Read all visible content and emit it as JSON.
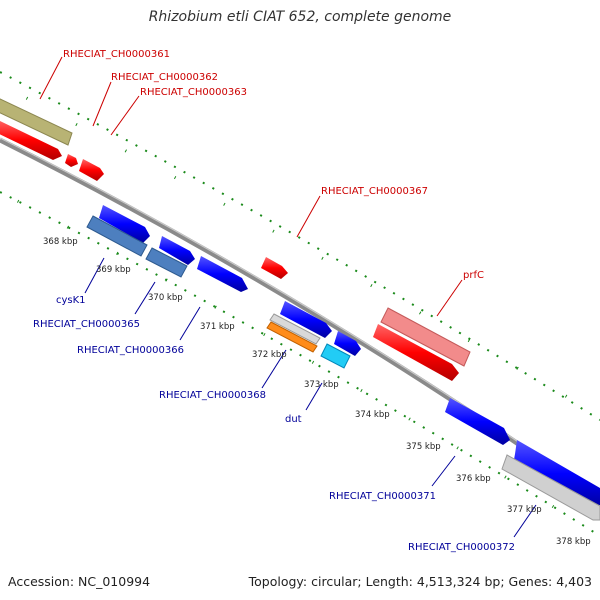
{
  "title": "Rhizobium etli CIAT 652, complete genome",
  "footer": {
    "accession": "Accession: NC_010994",
    "stats": "Topology: circular; Length: 4,513,324 bp; Genes: 4,403"
  },
  "colors": {
    "forward": "#ff0000",
    "reverse": "#0000ff",
    "forward_label": "#cc0000",
    "reverse_label": "#000099",
    "backbone": "#7f7f7f",
    "dots": "#1a8a1a"
  },
  "ticks": [
    "368 kbp",
    "369 kbp",
    "370 kbp",
    "371 kbp",
    "372 kbp",
    "373 kbp",
    "374 kbp",
    "375 kbp",
    "376 kbp",
    "377 kbp",
    "378 kbp"
  ],
  "forward_labels": [
    "RHECIAT_CH0000361",
    "RHECIAT_CH0000362",
    "RHECIAT_CH0000363",
    "RHECIAT_CH0000367",
    "prfC"
  ],
  "reverse_labels": [
    "cysK1",
    "RHECIAT_CH0000365",
    "RHECIAT_CH0000366",
    "RHECIAT_CH0000368",
    "dut",
    "RHECIAT_CH0000371",
    "RHECIAT_CH0000372"
  ]
}
